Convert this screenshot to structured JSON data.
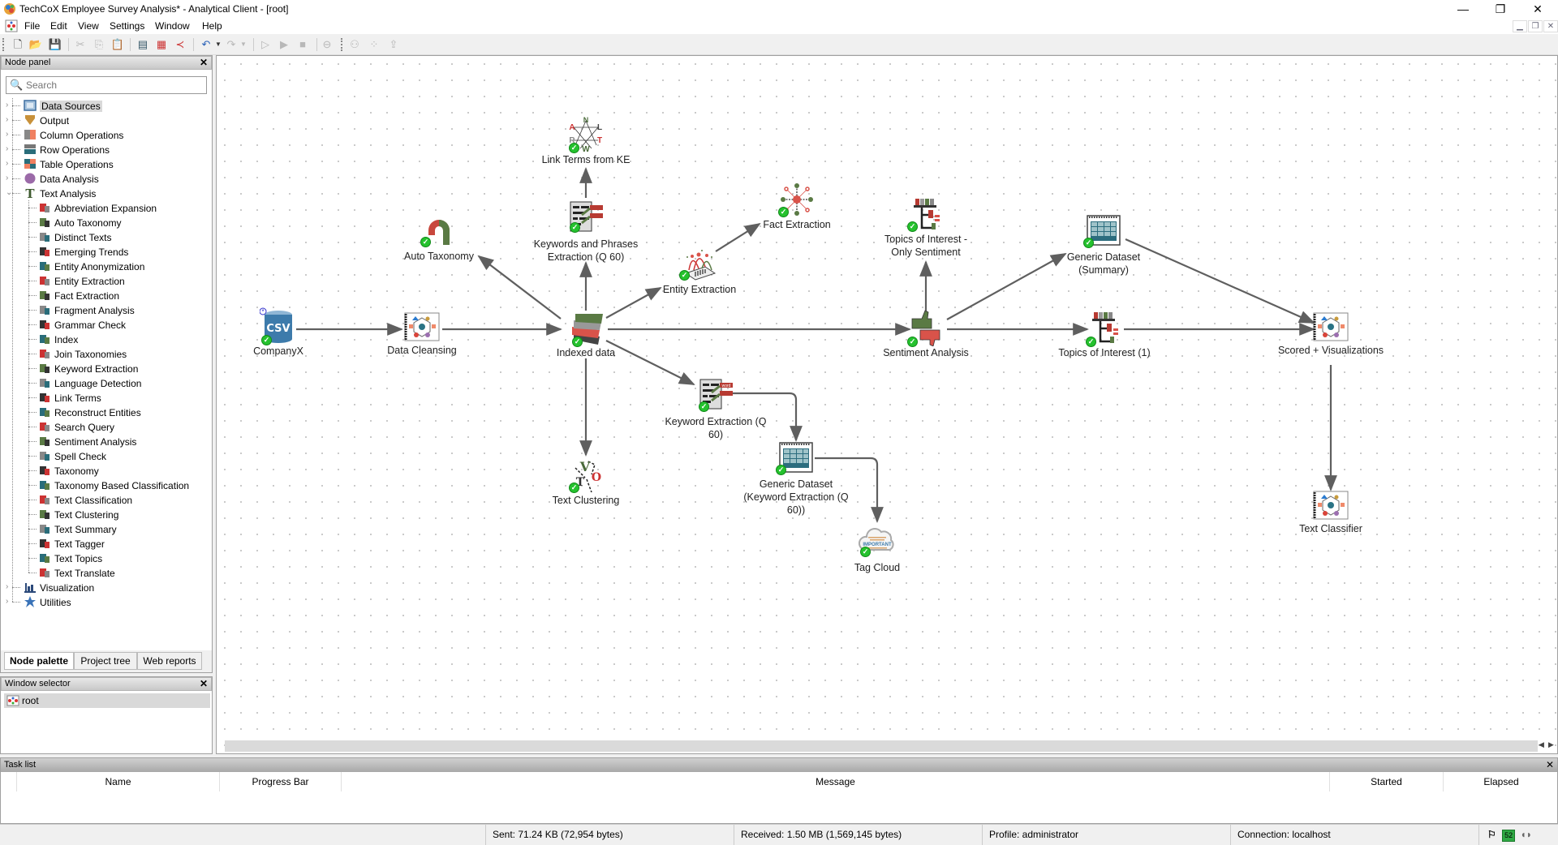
{
  "window": {
    "title": "TechCoX Employee Survey Analysis* - Analytical Client - [root]",
    "controls": {
      "minimize": "—",
      "restore": "❐",
      "close": "✕"
    }
  },
  "menubar": {
    "items": [
      "File",
      "Edit",
      "View",
      "Settings",
      "Window",
      "Help"
    ]
  },
  "toolbar": {
    "icons": [
      "new-document-icon",
      "open-folder-icon",
      "save-icon",
      "cut-icon",
      "copy-icon",
      "paste-icon",
      "properties-icon",
      "dataset-icon",
      "share-icon",
      "undo-icon",
      "redo-icon",
      "run-icon",
      "run-all-icon",
      "stop-icon",
      "cancel-icon",
      "group-icon",
      "arrange-icon",
      "export-icon"
    ]
  },
  "node_panel": {
    "title": "Node panel",
    "search_placeholder": "Search",
    "categories": [
      {
        "label": "Data Sources",
        "icon": "data-sources-icon",
        "selected": true
      },
      {
        "label": "Output",
        "icon": "output-icon"
      },
      {
        "label": "Column Operations",
        "icon": "column-operations-icon"
      },
      {
        "label": "Row Operations",
        "icon": "row-operations-icon"
      },
      {
        "label": "Table Operations",
        "icon": "table-operations-icon"
      },
      {
        "label": "Data Analysis",
        "icon": "data-analysis-icon"
      },
      {
        "label": "Text Analysis",
        "icon": "text-analysis-icon",
        "expanded": true
      }
    ],
    "text_analysis_items": [
      "Abbreviation Expansion",
      "Auto Taxonomy",
      "Distinct Texts",
      "Emerging Trends",
      "Entity Anonymization",
      "Entity Extraction",
      "Fact Extraction",
      "Fragment Analysis",
      "Grammar Check",
      "Index",
      "Join Taxonomies",
      "Keyword Extraction",
      "Language Detection",
      "Link Terms",
      "Reconstruct  Entities",
      "Search Query",
      "Sentiment Analysis",
      "Spell Check",
      "Taxonomy",
      "Taxonomy Based Classification",
      "Text Classification",
      "Text Clustering",
      "Text Summary",
      "Text Tagger",
      "Text Topics",
      "Text Translate"
    ],
    "trailing_categories": [
      {
        "label": "Visualization",
        "icon": "visualization-icon"
      },
      {
        "label": "Utilities",
        "icon": "utilities-icon"
      }
    ],
    "tabs": [
      "Node palette",
      "Project tree",
      "Web reports"
    ]
  },
  "window_selector": {
    "title": "Window selector",
    "items": [
      "root"
    ]
  },
  "workflow": {
    "nodes": {
      "companyx": {
        "label": "CompanyX",
        "icon_text": "CSV"
      },
      "data_cleansing": {
        "label": "Data Cleansing"
      },
      "indexed_data": {
        "label": "Indexed data"
      },
      "auto_taxonomy": {
        "label": "Auto Taxonomy"
      },
      "keywords_phrases": {
        "label1": "Keywords and Phrases",
        "label2": "Extraction (Q 60)"
      },
      "link_terms": {
        "label": "Link Terms from KE"
      },
      "entity_extraction": {
        "label": "Entity Extraction"
      },
      "fact_extraction": {
        "label": "Fact Extraction"
      },
      "topics_only_sentiment": {
        "label1": "Topics of Interest -",
        "label2": "Only Sentiment"
      },
      "sentiment_analysis": {
        "label": "Sentiment Analysis"
      },
      "generic_dataset_summary": {
        "label1": "Generic Dataset",
        "label2": "(Summary)"
      },
      "topics_of_interest": {
        "label": "Topics of Interest (1)"
      },
      "scored_visualizations": {
        "label": "Scored + Visualizations"
      },
      "text_classifier": {
        "label": "Text Classifier"
      },
      "keyword_extraction": {
        "label1": "Keyword Extraction (Q",
        "label2": "60)"
      },
      "text_clustering": {
        "label": "Text Clustering"
      },
      "generic_dataset_ke": {
        "label1": "Generic Dataset",
        "label2": "(Keyword Extraction (Q",
        "label3": "60))"
      },
      "tag_cloud": {
        "label": "Tag Cloud",
        "icon_text": "IMPORTANT"
      }
    },
    "link_terms_letters": [
      "N",
      "A",
      "L",
      "R",
      "T",
      "W"
    ],
    "keyword_word_tag": "word"
  },
  "task_list": {
    "title": "Task list",
    "columns": [
      "Name",
      "Progress Bar",
      "Message",
      "Started",
      "Elapsed"
    ]
  },
  "status_bar": {
    "sent": "Sent: 71.24 KB (72,954 bytes)",
    "received": "Received: 1.50 MB (1,569,145 bytes)",
    "profile": "Profile: administrator",
    "connection": "Connection: localhost",
    "counter": "52"
  },
  "colors": {
    "accent_green": "#25c22e",
    "node_red": "#d9534a",
    "node_green": "#5a7a44",
    "csv_blue": "#3d7bab"
  }
}
